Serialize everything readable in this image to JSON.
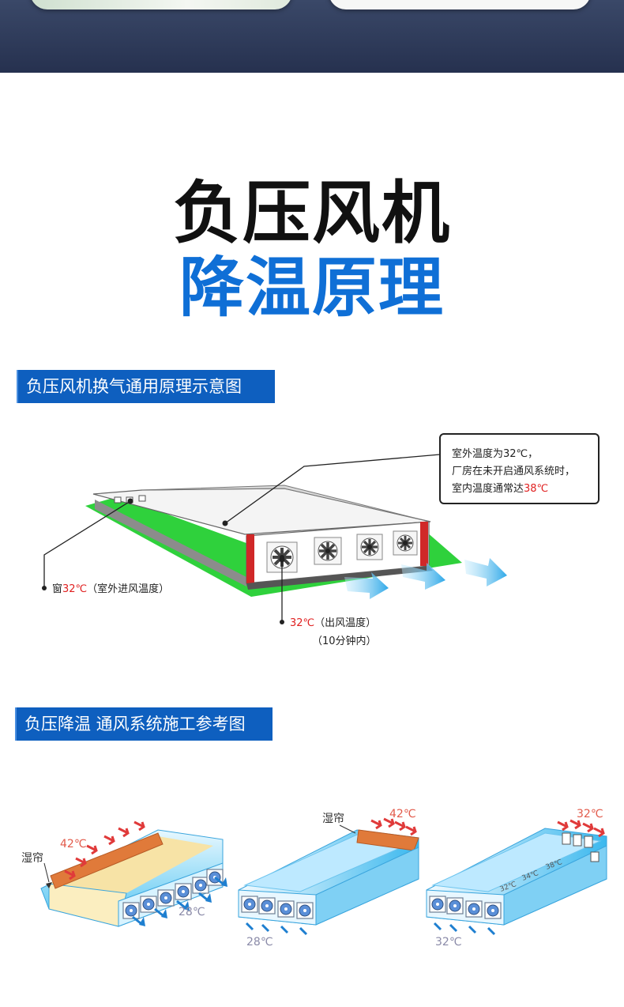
{
  "header": {
    "title_line1": "负压风机",
    "title_line2": "降温原理"
  },
  "sections": [
    {
      "label": "负压风机换气通用原理示意图"
    },
    {
      "label": "负压降温 通风系统施工参考图"
    }
  ],
  "diagram1": {
    "callout_line1": "室外温度为32℃，",
    "callout_line2": "厂房在未开启通风系统时，",
    "callout_line3_prefix": "室内温度通常达",
    "callout_line3_value": "38℃",
    "window_prefix": "窗",
    "window_value": "32℃",
    "window_suffix": "（室外进风温度）",
    "outlet_value": "32℃",
    "outlet_suffix": "（出风温度）",
    "outlet_time": "（10分钟内）"
  },
  "diagram2": {
    "panel1": {
      "curtain_label": "湿帘",
      "in_temp": "42℃",
      "out_temp": "28℃"
    },
    "panel2": {
      "curtain_label": "湿帘",
      "in_temp": "42℃",
      "out_temp": "28℃"
    },
    "panel3": {
      "in_temp": "32℃",
      "t1": "32℃",
      "t2": "34℃",
      "t3": "38℃",
      "out_temp": "32℃"
    }
  },
  "colors": {
    "top_band": "#2c3858",
    "title_black": "#111111",
    "title_blue": "#0f6fd6",
    "tag_blue": "#0e5fbf",
    "highlight_red": "#e02020",
    "ground_green": "#2fd13c",
    "airflow_blue": "#3db8ee",
    "curtain_orange": "#e07a3a"
  }
}
